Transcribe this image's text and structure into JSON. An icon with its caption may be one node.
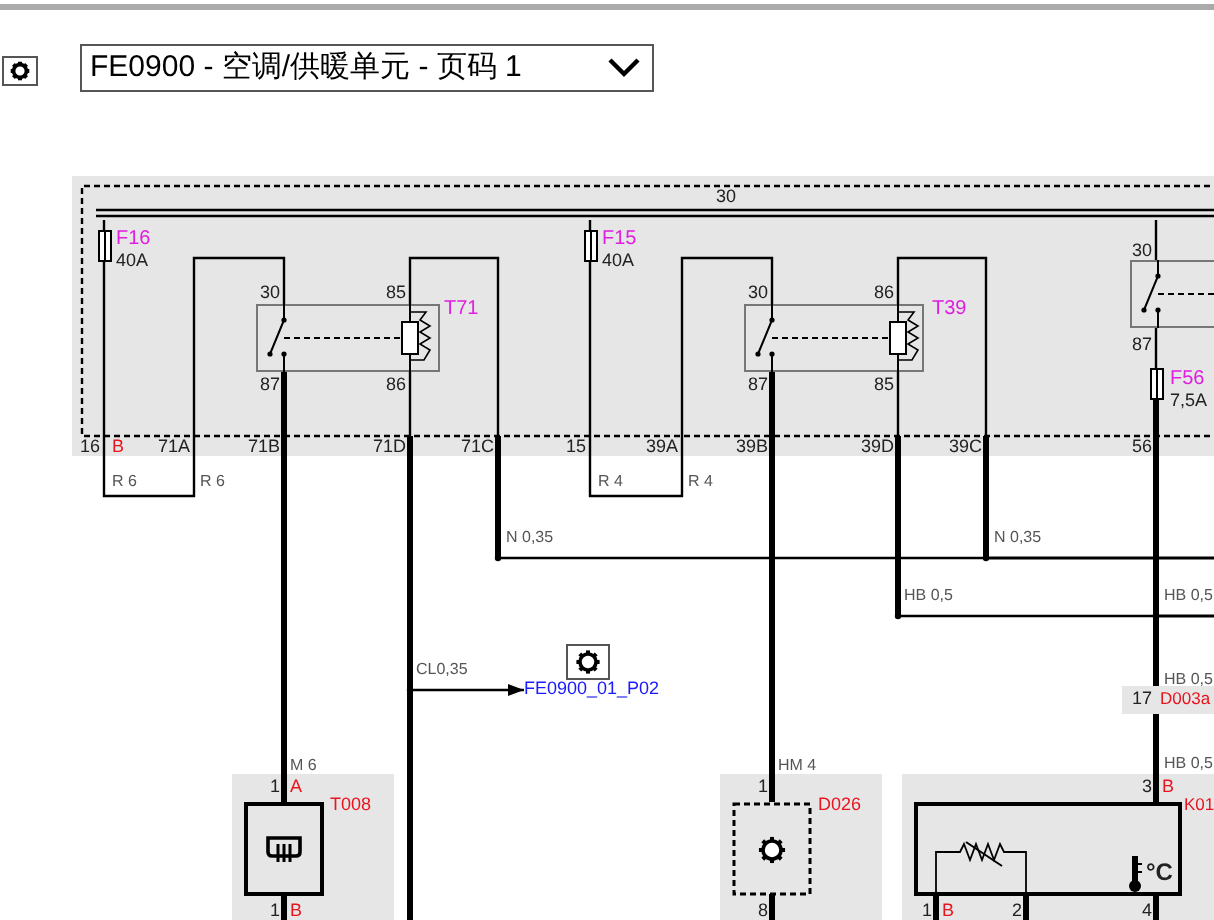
{
  "diagram": {
    "title": "FE0900 - 空调/供暖单元 - 页码 1",
    "nodes": [
      {
        "text": [],
        "shape": "box"
      },
      {
        "text": [
          "F16",
          "40A"
        ],
        "in": 0
      },
      {
        "text": [
          "T71"
        ],
        "in": 0
      },
      {
        "text": [
          "F15",
          "40A"
        ],
        "in": 0
      },
      {
        "text": [
          "T39"
        ],
        "in": 0
      },
      {
        "text": [],
        "shape": "box",
        "in": 0
      },
      {
        "text": [
          "F56",
          "7,5A"
        ],
        "in": 0
      },
      {
        "text": [
          "FE0900_01_P02"
        ]
      },
      {
        "text": [
          "T008"
        ]
      },
      {
        "text": [
          "D026"
        ]
      },
      {
        "text": [
          "D003a"
        ]
      },
      {
        "text": [
          "K01"
        ]
      },
      {
        "text": [
          "30"
        ],
        "in": 0
      }
    ],
    "edges": [
      {
        "from": 1,
        "to": 2,
        "arrow": "none",
        "label": "R 6"
      },
      {
        "from": 3,
        "to": 4,
        "arrow": "none",
        "label": "R 4"
      },
      {
        "from": 2,
        "to": 8,
        "arrow": "none",
        "label": "M 6",
        "style": "thick"
      },
      {
        "from": 2,
        "to": 7,
        "arrow": "to",
        "label": "CL0,35"
      },
      {
        "from": 2,
        "to": 4,
        "arrow": "none",
        "label": "N 0,35"
      },
      {
        "from": 4,
        "to": 9,
        "arrow": "none",
        "label": "HM 4",
        "style": "thick"
      },
      {
        "from": 4,
        "to": 10,
        "arrow": "none",
        "label": "HB 0,5"
      },
      {
        "from": 6,
        "to": 10,
        "arrow": "none",
        "label": "HB 0,5",
        "style": "thick"
      },
      {
        "from": 10,
        "to": 11,
        "arrow": "none",
        "label": "HB 0,5",
        "style": "thick"
      },
      {
        "from": 5,
        "to": 6,
        "arrow": "none"
      },
      {
        "from": 12,
        "to": 1,
        "arrow": "none"
      },
      {
        "from": 12,
        "to": 3,
        "arrow": "none"
      },
      {
        "from": 12,
        "to": 5,
        "arrow": "none"
      }
    ],
    "labels": [
      "30",
      "85",
      "30",
      "86",
      "30",
      "87",
      "86",
      "87",
      "85",
      "87",
      "16",
      "B",
      "71A",
      "71B",
      "71D",
      "71C",
      "15",
      "39A",
      "39B",
      "39D",
      "39C",
      "56",
      "R 6",
      "R 4",
      "N 0,35",
      "HB 0,5",
      "17",
      "1",
      "A",
      "1",
      "3",
      "B",
      "°C",
      "1",
      "B",
      "8",
      "1",
      "B",
      "2",
      "4"
    ]
  }
}
